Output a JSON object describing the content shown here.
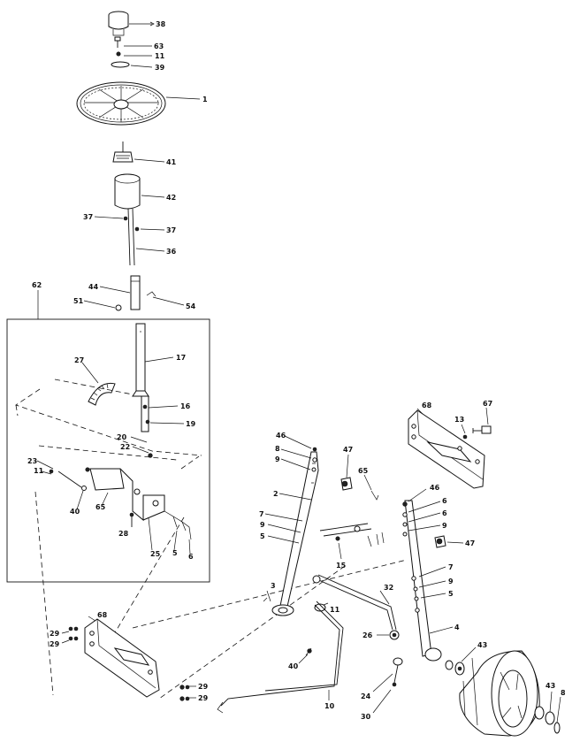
{
  "labels": {
    "L38": "38",
    "L63": "63",
    "L11a": "11",
    "L39": "39",
    "L1": "1",
    "L41": "41",
    "L42": "42",
    "L37a": "37",
    "L37b": "37",
    "L36": "36",
    "L62": "62",
    "L44": "44",
    "L51": "51",
    "L54": "54",
    "L17": "17",
    "L27": "27",
    "L16": "16",
    "L19": "19",
    "L20": "20",
    "L22": "22",
    "L23": "23",
    "L11b": "11",
    "L40a": "40",
    "L65a": "65",
    "L28": "28",
    "L25": "25",
    "L5a": "5",
    "L6a": "6",
    "L68a": "68",
    "L13": "13",
    "L67": "67",
    "L46a": "46",
    "L8a": "8",
    "L9a": "9",
    "L2": "2",
    "L7a": "7",
    "L9b": "9",
    "L5b": "5",
    "L47a": "47",
    "L65b": "65",
    "L15": "15",
    "L46b": "46",
    "L6b": "6",
    "L6c": "6",
    "L9c": "9",
    "L47b": "47",
    "L7b": "7",
    "L9d": "9",
    "L5c": "5",
    "L3": "3",
    "L32": "32",
    "L11c": "11",
    "L26": "26",
    "L4": "4",
    "L40b": "40",
    "L24": "24",
    "L30": "30",
    "L10": "10",
    "L43a": "43",
    "L43b": "43",
    "L8b": "8",
    "L68b": "68",
    "L29a": "29",
    "L29b": "29",
    "L29c": "29",
    "L29d": "29"
  }
}
